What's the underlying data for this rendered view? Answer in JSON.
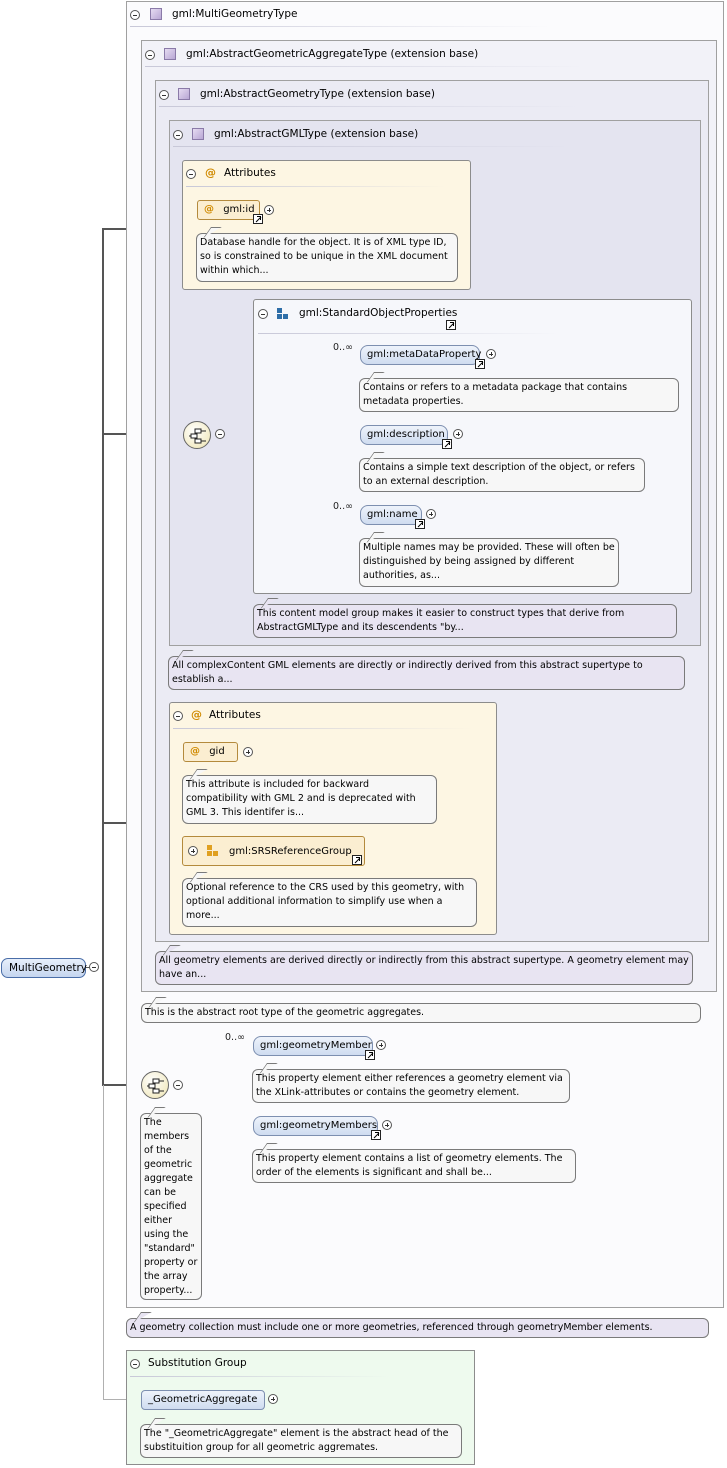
{
  "root": {
    "label": "MultiGeometry"
  },
  "types": {
    "multi": "gml:MultiGeometryType",
    "aggregate": "gml:AbstractGeometricAggregateType (extension base)",
    "geometry": "gml:AbstractGeometryType (extension base)",
    "gml": "gml:AbstractGMLType (extension base)"
  },
  "gml_attributes": {
    "title": "Attributes",
    "id_label": "gml:id",
    "id_doc": "Database handle for the object. It is of XML type ID, so is constrained to be unique in the XML document within which..."
  },
  "std_props": {
    "title": "gml:StandardObjectProperties",
    "items": [
      {
        "label": "gml:metaDataProperty",
        "card": "0..∞",
        "doc": "Contains or refers to a metadata package that contains metadata properties."
      },
      {
        "label": "gml:description",
        "card": "",
        "doc": "Contains a simple text description of the object, or refers to an external description."
      },
      {
        "label": "gml:name",
        "card": "0..∞",
        "doc": "Multiple names may be provided. These will often be distinguished by being assigned by different authorities, as..."
      }
    ],
    "group_doc": "This content model group makes it easier to construct types that derive from AbstractGMLType and its descendents \"by..."
  },
  "gml_type_doc": "All complexContent GML elements are directly or indirectly derived from this abstract supertype to establish a...",
  "geom_attributes": {
    "title": "Attributes",
    "gid_label": "gid",
    "gid_doc": "This attribute is included for backward compatibility with GML 2 and is deprecated with GML 3. This identifer is...",
    "srs_label": "gml:SRSReferenceGroup",
    "srs_doc": "Optional reference to the CRS used by this geometry, with optional additional information to simplify use when a more..."
  },
  "geometry_type_doc": "All geometry elements are derived directly or indirectly from this abstract supertype. A geometry element may have an...",
  "aggregate_type_doc": "This is the abstract root type of the geometric aggregates.",
  "members": {
    "items": [
      {
        "label": "gml:geometryMember",
        "card": "0..∞",
        "doc": "This property element either references a geometry element via the XLink-attributes or contains the geometry element."
      },
      {
        "label": "gml:geometryMembers",
        "card": "",
        "doc": "This property element contains a list of geometry elements. The order of the elements is significant and shall be..."
      }
    ],
    "seq_doc": "The members of the geometric aggregate can be specified either using the \"standard\" property or the array property..."
  },
  "multi_doc": "A geometry collection must include one or more geometries, referenced through geometryMember elements.",
  "substitution": {
    "title": "Substitution Group",
    "label": "_GeometricAggregate",
    "doc": "The \"_GeometricAggregate\" element is the abstract head of the substituition group for all geometric aggremates."
  }
}
